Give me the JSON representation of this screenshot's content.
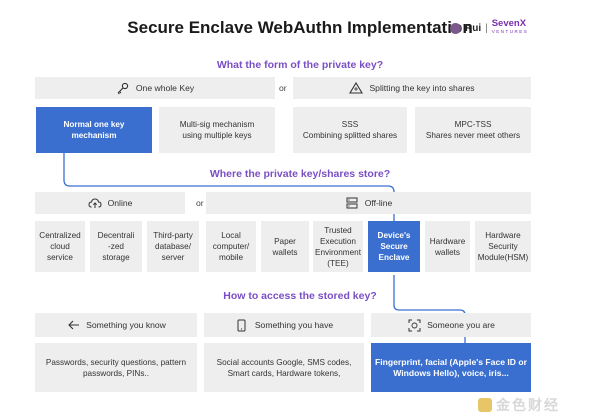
{
  "title": "Secure Enclave WebAuthn Implementation",
  "brand": {
    "author": "Rui",
    "separator": "|",
    "org": "SevenX",
    "org_sub": "VENTURES"
  },
  "q1": "What the form of the private key?",
  "q2": "Where the private key/shares store?",
  "q3": "How to access the stored key?",
  "or_label": "or",
  "form_headers": [
    {
      "label": "One whole Key",
      "icon": "key-icon"
    },
    {
      "label": "Splitting the key into shares",
      "icon": "triangle-icon"
    }
  ],
  "form_boxes": [
    {
      "text": "Normal one key\nmechanism",
      "selected": true
    },
    {
      "text": "Multi-sig mechanism\nusing multiple keys",
      "selected": false
    },
    {
      "text": "SSS\nCombining splitted shares",
      "selected": false
    },
    {
      "text": "MPC-TSS\nShares never meet others",
      "selected": false
    }
  ],
  "store_headers": [
    {
      "label": "Online",
      "icon": "cloud-upload-icon"
    },
    {
      "label": "Off-line",
      "icon": "server-icon"
    }
  ],
  "store_boxes": [
    {
      "text": "Centralized\ncloud\nservice",
      "selected": false
    },
    {
      "text": "Decentrali\n-zed\nstorage",
      "selected": false
    },
    {
      "text": "Third-party\ndatabase/\nserver",
      "selected": false
    },
    {
      "text": "Local\ncomputer/\nmobile",
      "selected": false
    },
    {
      "text": "Paper\nwallets",
      "selected": false
    },
    {
      "text": "Trusted\nExecution\nEnvironment\n(TEE)",
      "selected": false
    },
    {
      "text": "Device's\nSecure\nEnclave",
      "selected": true
    },
    {
      "text": "Hardware\nwallets",
      "selected": false
    },
    {
      "text": "Hardware\nSecurity\nModule(HSM)",
      "selected": false
    }
  ],
  "access_headers": [
    {
      "label": "Something you know",
      "icon": "arrow-left-icon"
    },
    {
      "label": "Something you have",
      "icon": "phone-icon"
    },
    {
      "label": "Someone you are",
      "icon": "face-scan-icon"
    }
  ],
  "access_boxes": [
    {
      "text": "Passwords, security questions, pattern\npasswords, PINs..",
      "selected": false
    },
    {
      "text": "Social accounts Google, SMS codes,\nSmart cards, Hardware tokens,",
      "selected": false
    },
    {
      "text": "Fingerprint, facial (Apple's Face ID or\nWindows Hello), voice, iris...",
      "selected": true
    }
  ],
  "watermark": "金色财经",
  "colors": {
    "accent": "#3a6fd0",
    "question": "#7b4fc4",
    "box": "#eeeeef"
  }
}
